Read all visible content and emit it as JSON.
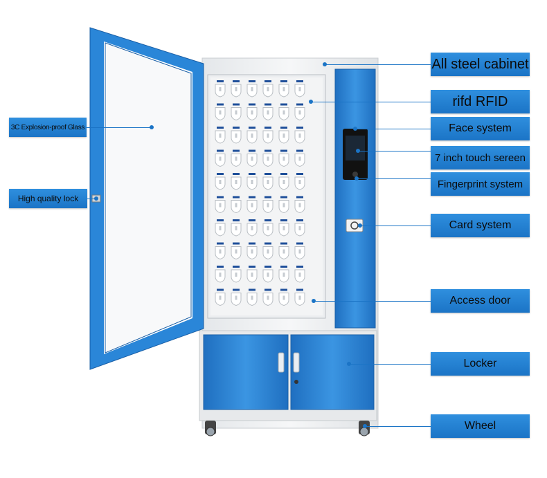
{
  "labels": {
    "glass": "3C Explosion-proof Glass",
    "lock": "High quality lock",
    "steel": "All steel cabinet",
    "rfid": "rifd RFID",
    "face": "Face system",
    "touch": "7 inch touch sereen",
    "fingerprint": "Fingerprint system",
    "card": "Card system",
    "access": "Access door",
    "locker": "Locker",
    "wheel": "Wheel"
  },
  "colors": {
    "cabinet_blue": "#2a86d8",
    "frame_white": "#eef0f2",
    "label_blue": "#1b74c6"
  },
  "key_slots": {
    "rows": 10,
    "columns": 6
  }
}
